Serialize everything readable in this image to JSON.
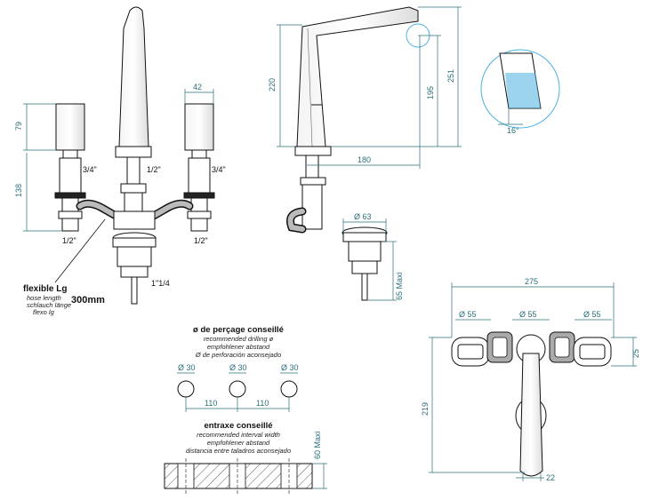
{
  "dimensions": {
    "d42": "42",
    "d79": "79",
    "d138": "138",
    "thread_34_left": "3/4\"",
    "thread_12_center": "1/2\"",
    "thread_34_right": "3/4\"",
    "thread_12_left": "1/2\"",
    "thread_12_right": "1/2\"",
    "thread_114": "1\"1/4",
    "d220": "220",
    "d195": "195",
    "d251": "251",
    "d180": "180",
    "angle16": "16°",
    "d63": "Ø 63",
    "d65max": "65 Maxi",
    "d275": "275",
    "d55a": "Ø 55",
    "d55b": "Ø 55",
    "d55c": "Ø 55",
    "d25": "25",
    "d219": "219",
    "d22": "22",
    "d30a": "Ø 30",
    "d30b": "Ø 30",
    "d30c": "Ø 30",
    "d110a": "110",
    "d110b": "110",
    "d60max": "60 Maxi"
  },
  "hose": {
    "title": "flexible Lg",
    "line1": "hose length",
    "line2": "schlauch länge",
    "line3": "flexo lg",
    "length": "300mm"
  },
  "drilling": {
    "title": "ø de perçage conseillé",
    "line1": "recommended drilling ø",
    "line2": "empfohlener abstand",
    "line3": "Ø de perforación aconsejado"
  },
  "interval": {
    "title": "entraxe conseillé",
    "line1": "recommended interval width",
    "line2": "empfohlener abstand",
    "line3": "distancia entre taladros aconsejado"
  },
  "colors": {
    "dimension": "#2a6f7a",
    "outline": "#111111",
    "accent_blue": "#4ab0e0"
  }
}
